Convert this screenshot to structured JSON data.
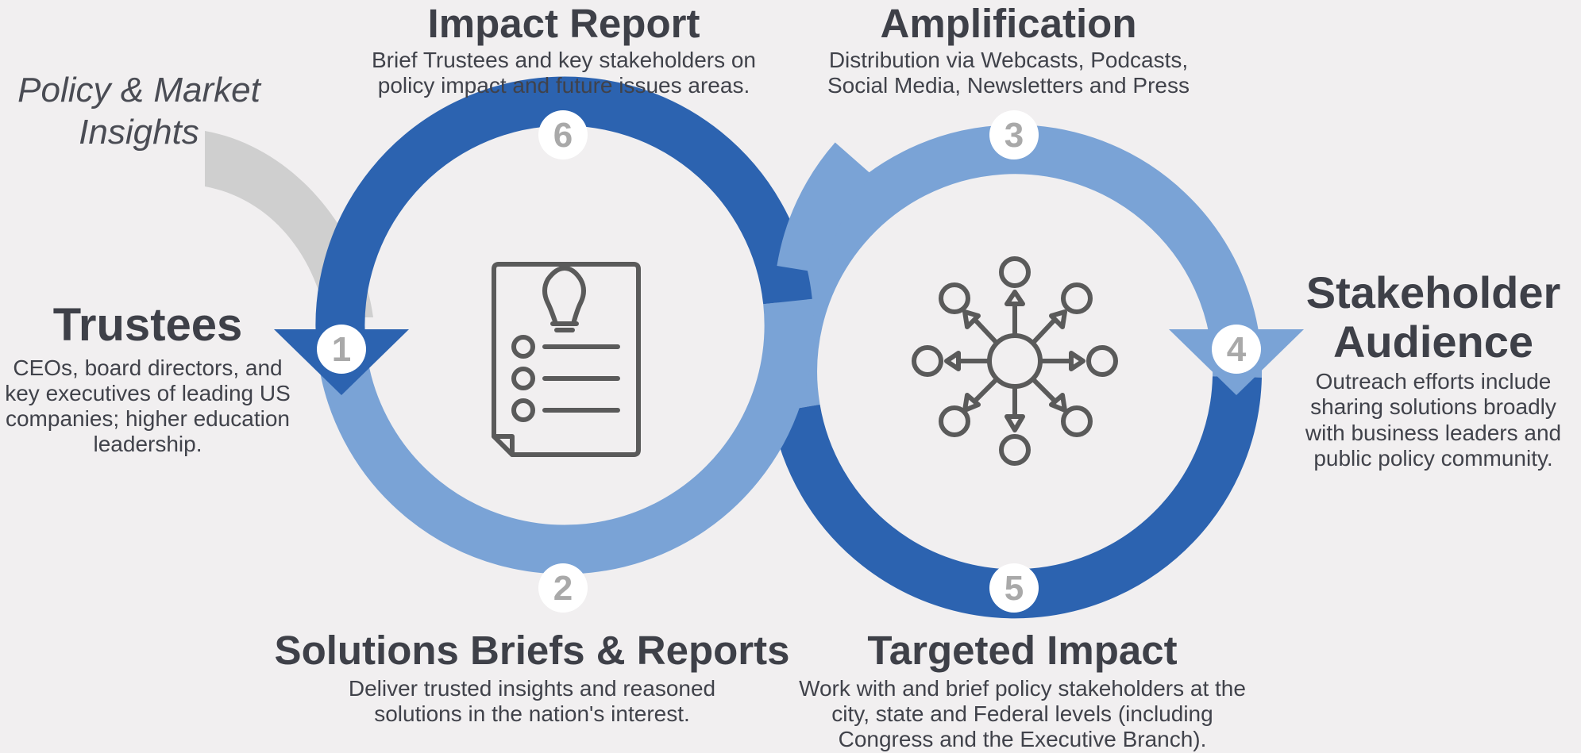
{
  "input": {
    "label": "Policy & Market Insights"
  },
  "steps": [
    {
      "number": "1",
      "title": "Trustees",
      "desc": "CEOs, board directors, and key executives of leading US companies; higher education leadership."
    },
    {
      "number": "2",
      "title": "Solutions Briefs & Reports",
      "desc": "Deliver trusted insights and reasoned solutions in the nation's interest."
    },
    {
      "number": "3",
      "title": "Amplification",
      "desc": "Distribution via Webcasts, Podcasts, Social Media, Newsletters and Press"
    },
    {
      "number": "4",
      "title": "Stakeholder Audience",
      "desc": "Outreach efforts include sharing solutions broadly with business leaders and public policy community."
    },
    {
      "number": "5",
      "title": "Targeted Impact",
      "desc": "Work with and brief policy stakeholders at the city, state and Federal levels (including Congress and the Executive Branch)."
    },
    {
      "number": "6",
      "title": "Impact Report",
      "desc": "Brief Trustees and key stakeholders on policy impact and future issues areas."
    }
  ],
  "colors": {
    "dark_blue": "#2c63b0",
    "light_blue": "#7aa3d6",
    "gray_arrow": "#cfcfcf",
    "icon": "#5a5a5a",
    "background": "#f1eff0"
  },
  "icons": {
    "left_circle": "document-lightbulb-icon",
    "right_circle": "network-hub-icon"
  }
}
